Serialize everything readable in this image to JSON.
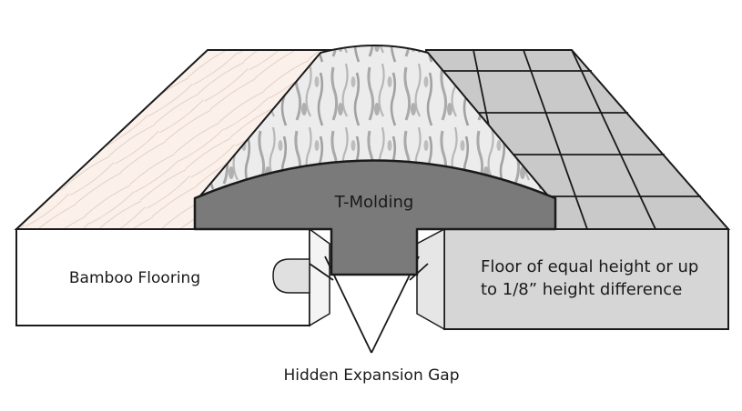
{
  "labels": {
    "t_molding": "T-Molding",
    "bamboo": "Bamboo Flooring",
    "floor_line1": "Floor of equal height or up",
    "floor_line2": "to 1/8” height difference",
    "gap": "Hidden Expansion Gap"
  },
  "colors": {
    "outline": "#1a1a1a",
    "bamboo_top": "#fbf1ea",
    "bamboo_grain": "#d9c2b6",
    "molding_face": "#7a7a7a",
    "molding_top": "#e4e4e4",
    "molding_grain": "#a8a8a8",
    "tile": "#c9c9c9",
    "tile_side": "#d6d6d6",
    "tongue": "#e0e0e0"
  }
}
